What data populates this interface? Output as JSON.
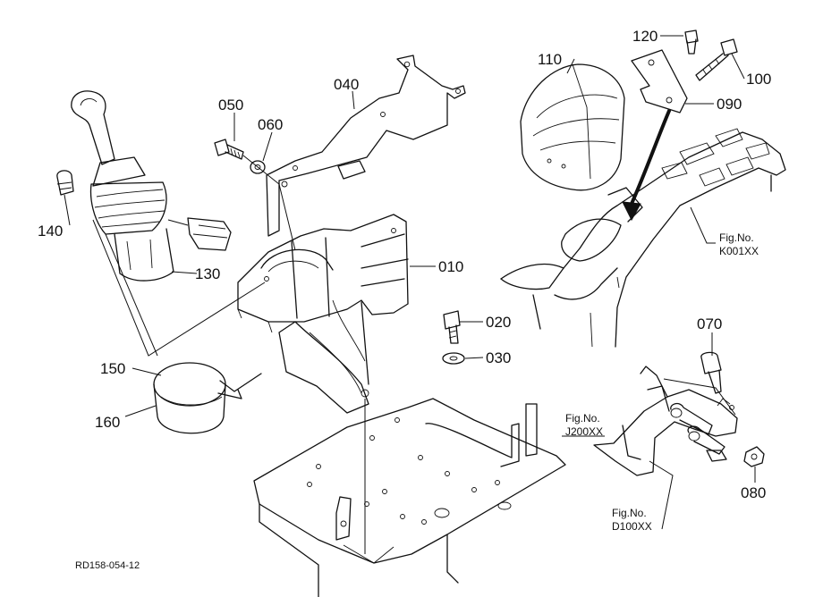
{
  "parts": {
    "p010": "010",
    "p020": "020",
    "p030": "030",
    "p040": "040",
    "p050": "050",
    "p060": "060",
    "p070": "070",
    "p080": "080",
    "p090": "090",
    "p100": "100",
    "p110": "110",
    "p120": "120",
    "p130": "130",
    "p140": "140",
    "p150": "150",
    "p160": "160"
  },
  "figure_refs": {
    "k001": {
      "line1": "Fig.No.",
      "line2": "K001XX"
    },
    "j200": {
      "line1": "Fig.No.",
      "line2": "J200XX"
    },
    "d100": {
      "line1": "Fig.No.",
      "line2": "D100XX"
    }
  },
  "footer": {
    "code": "RD158-054-12"
  }
}
